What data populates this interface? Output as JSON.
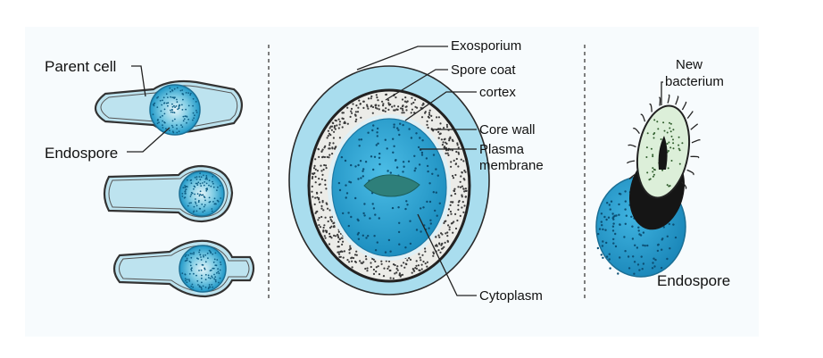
{
  "colors": {
    "panel_background": "#f7fbfd",
    "parent_cell_fill": "#bde3ef",
    "endospore_blue": "#1f97c7",
    "exosporium": "#a9ddee",
    "cortex": "#ecece8",
    "cytoplasm_blue": "#2ba7d9",
    "nucleoid": "#2e7f7a",
    "new_bacterium_fill": "#dcefd9",
    "dark_cap": "#151515"
  },
  "labels": {
    "parent_cell": "Parent cell",
    "endospore_left": "Endospore",
    "exosporium": "Exosporium",
    "spore_coat": "Spore coat",
    "cortex": "cortex",
    "core_wall": "Core wall",
    "plasma_membrane_line1": "Plasma",
    "plasma_membrane_line2": "membrane",
    "cytoplasm": "Cytoplasm",
    "new_bacterium_line1": "New",
    "new_bacterium_line2": "bacterium",
    "endospore_right": "Endospore"
  }
}
